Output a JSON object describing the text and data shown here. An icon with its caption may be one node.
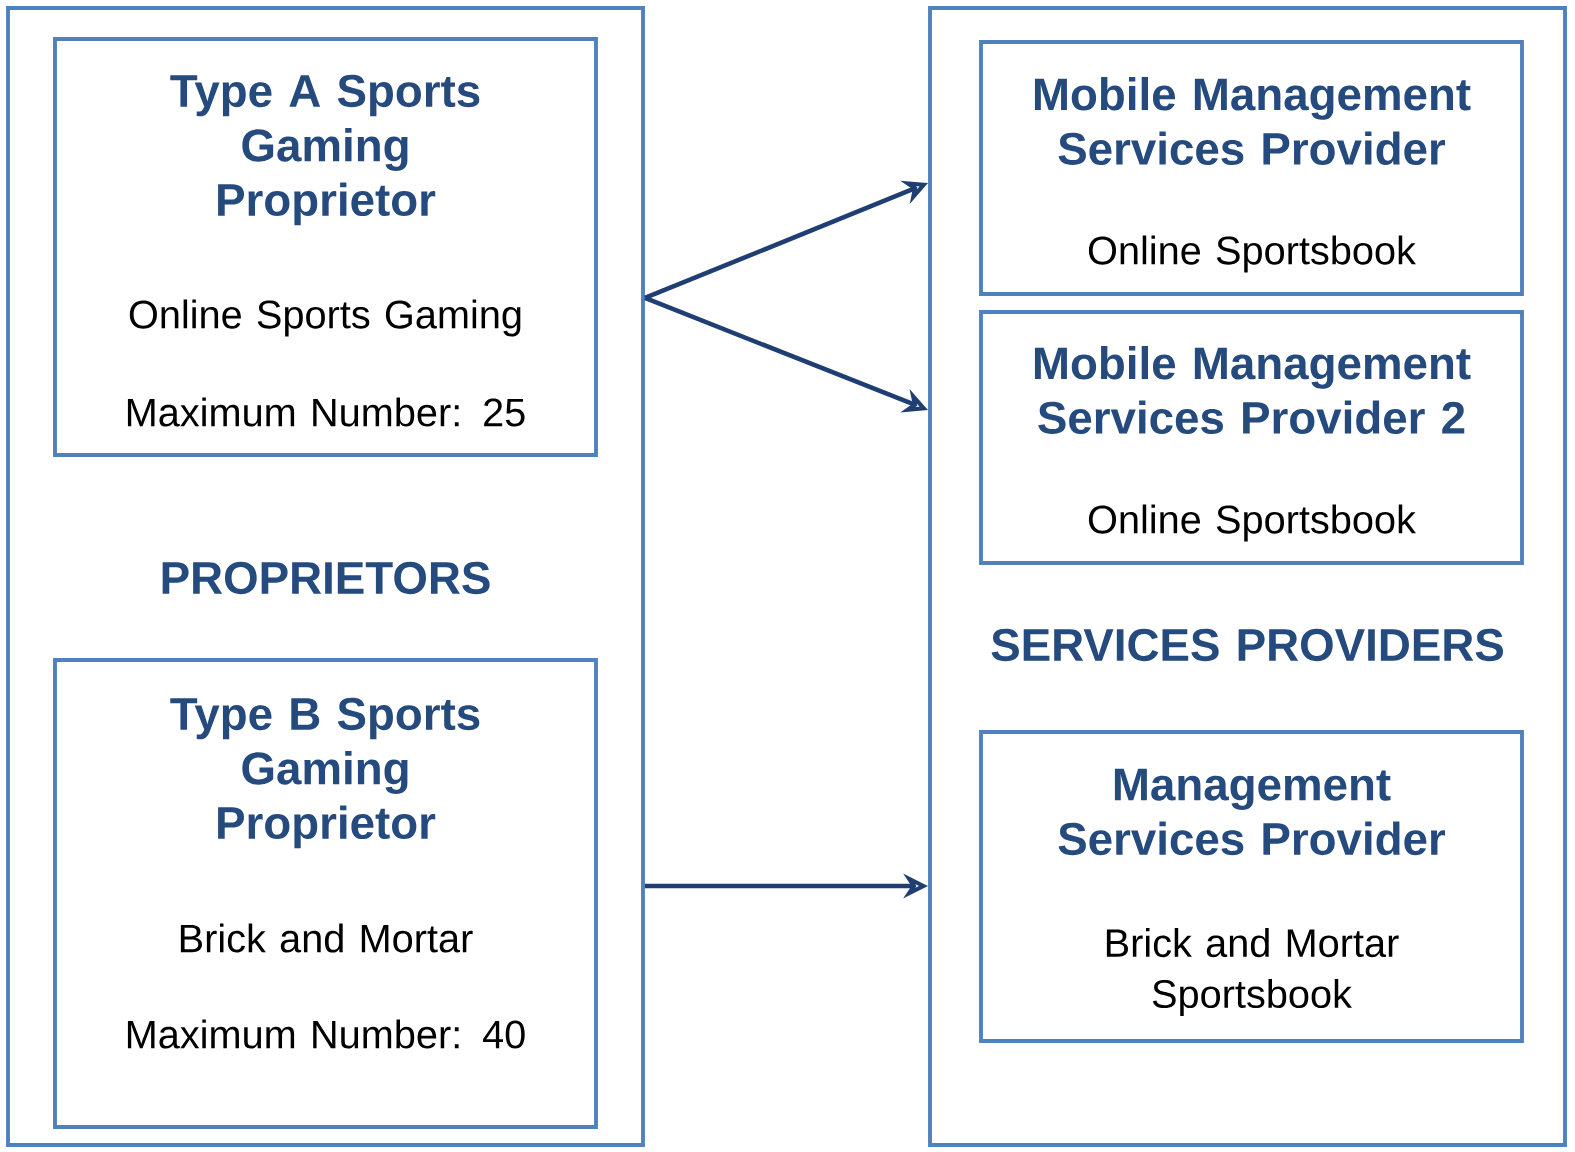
{
  "diagram": {
    "nodes": [
      {
        "text": [
          "PROPRIETORS"
        ]
      },
      {
        "text": [
          "Type A Sports Gaming Proprietor",
          "Online Sports Gaming",
          "Maximum Number: 25"
        ],
        "in": 0
      },
      {
        "text": [
          "Type B Sports Gaming Proprietor",
          "Brick and Mortar",
          "Maximum Number: 40"
        ],
        "in": 0
      },
      {
        "text": [
          "SERVICES PROVIDERS"
        ]
      },
      {
        "text": [
          "Mobile Management Services Provider",
          "Online Sportsbook"
        ],
        "in": 3
      },
      {
        "text": [
          "Mobile Management Services Provider 2",
          "Online Sportsbook"
        ],
        "in": 3
      },
      {
        "text": [
          "Management Services Provider",
          "Brick and Mortar Sportsbook"
        ],
        "in": 3
      }
    ],
    "edges": [
      {
        "from": 1,
        "to": 4,
        "arrow": "to"
      },
      {
        "from": 1,
        "to": 5,
        "arrow": "to"
      },
      {
        "from": 2,
        "to": 6,
        "arrow": "to"
      }
    ]
  }
}
